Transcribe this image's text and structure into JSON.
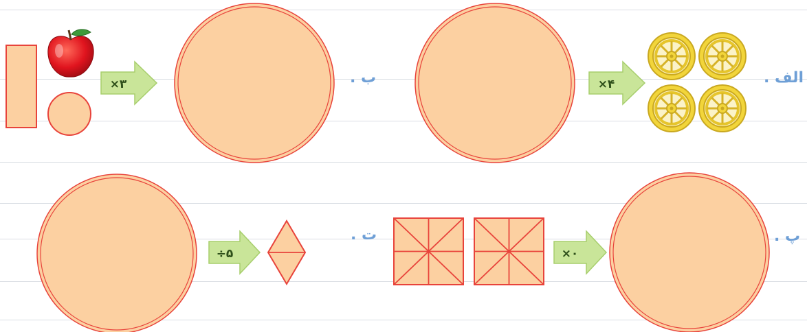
{
  "labels": {
    "alef": "الف .",
    "be": "ب .",
    "pe": "پ .",
    "te": "ت ."
  },
  "operators": {
    "alef": "×۴",
    "be": "×۳",
    "pe": "×۰",
    "te": "÷۵"
  },
  "colors": {
    "fill": "#fcd0a1",
    "stroke": "#e8433b",
    "arrow": "#c9e599",
    "label": "#6e9fd6",
    "wheel": "#f2d53a"
  },
  "icons": [
    "apple-icon",
    "wheel-icon"
  ]
}
